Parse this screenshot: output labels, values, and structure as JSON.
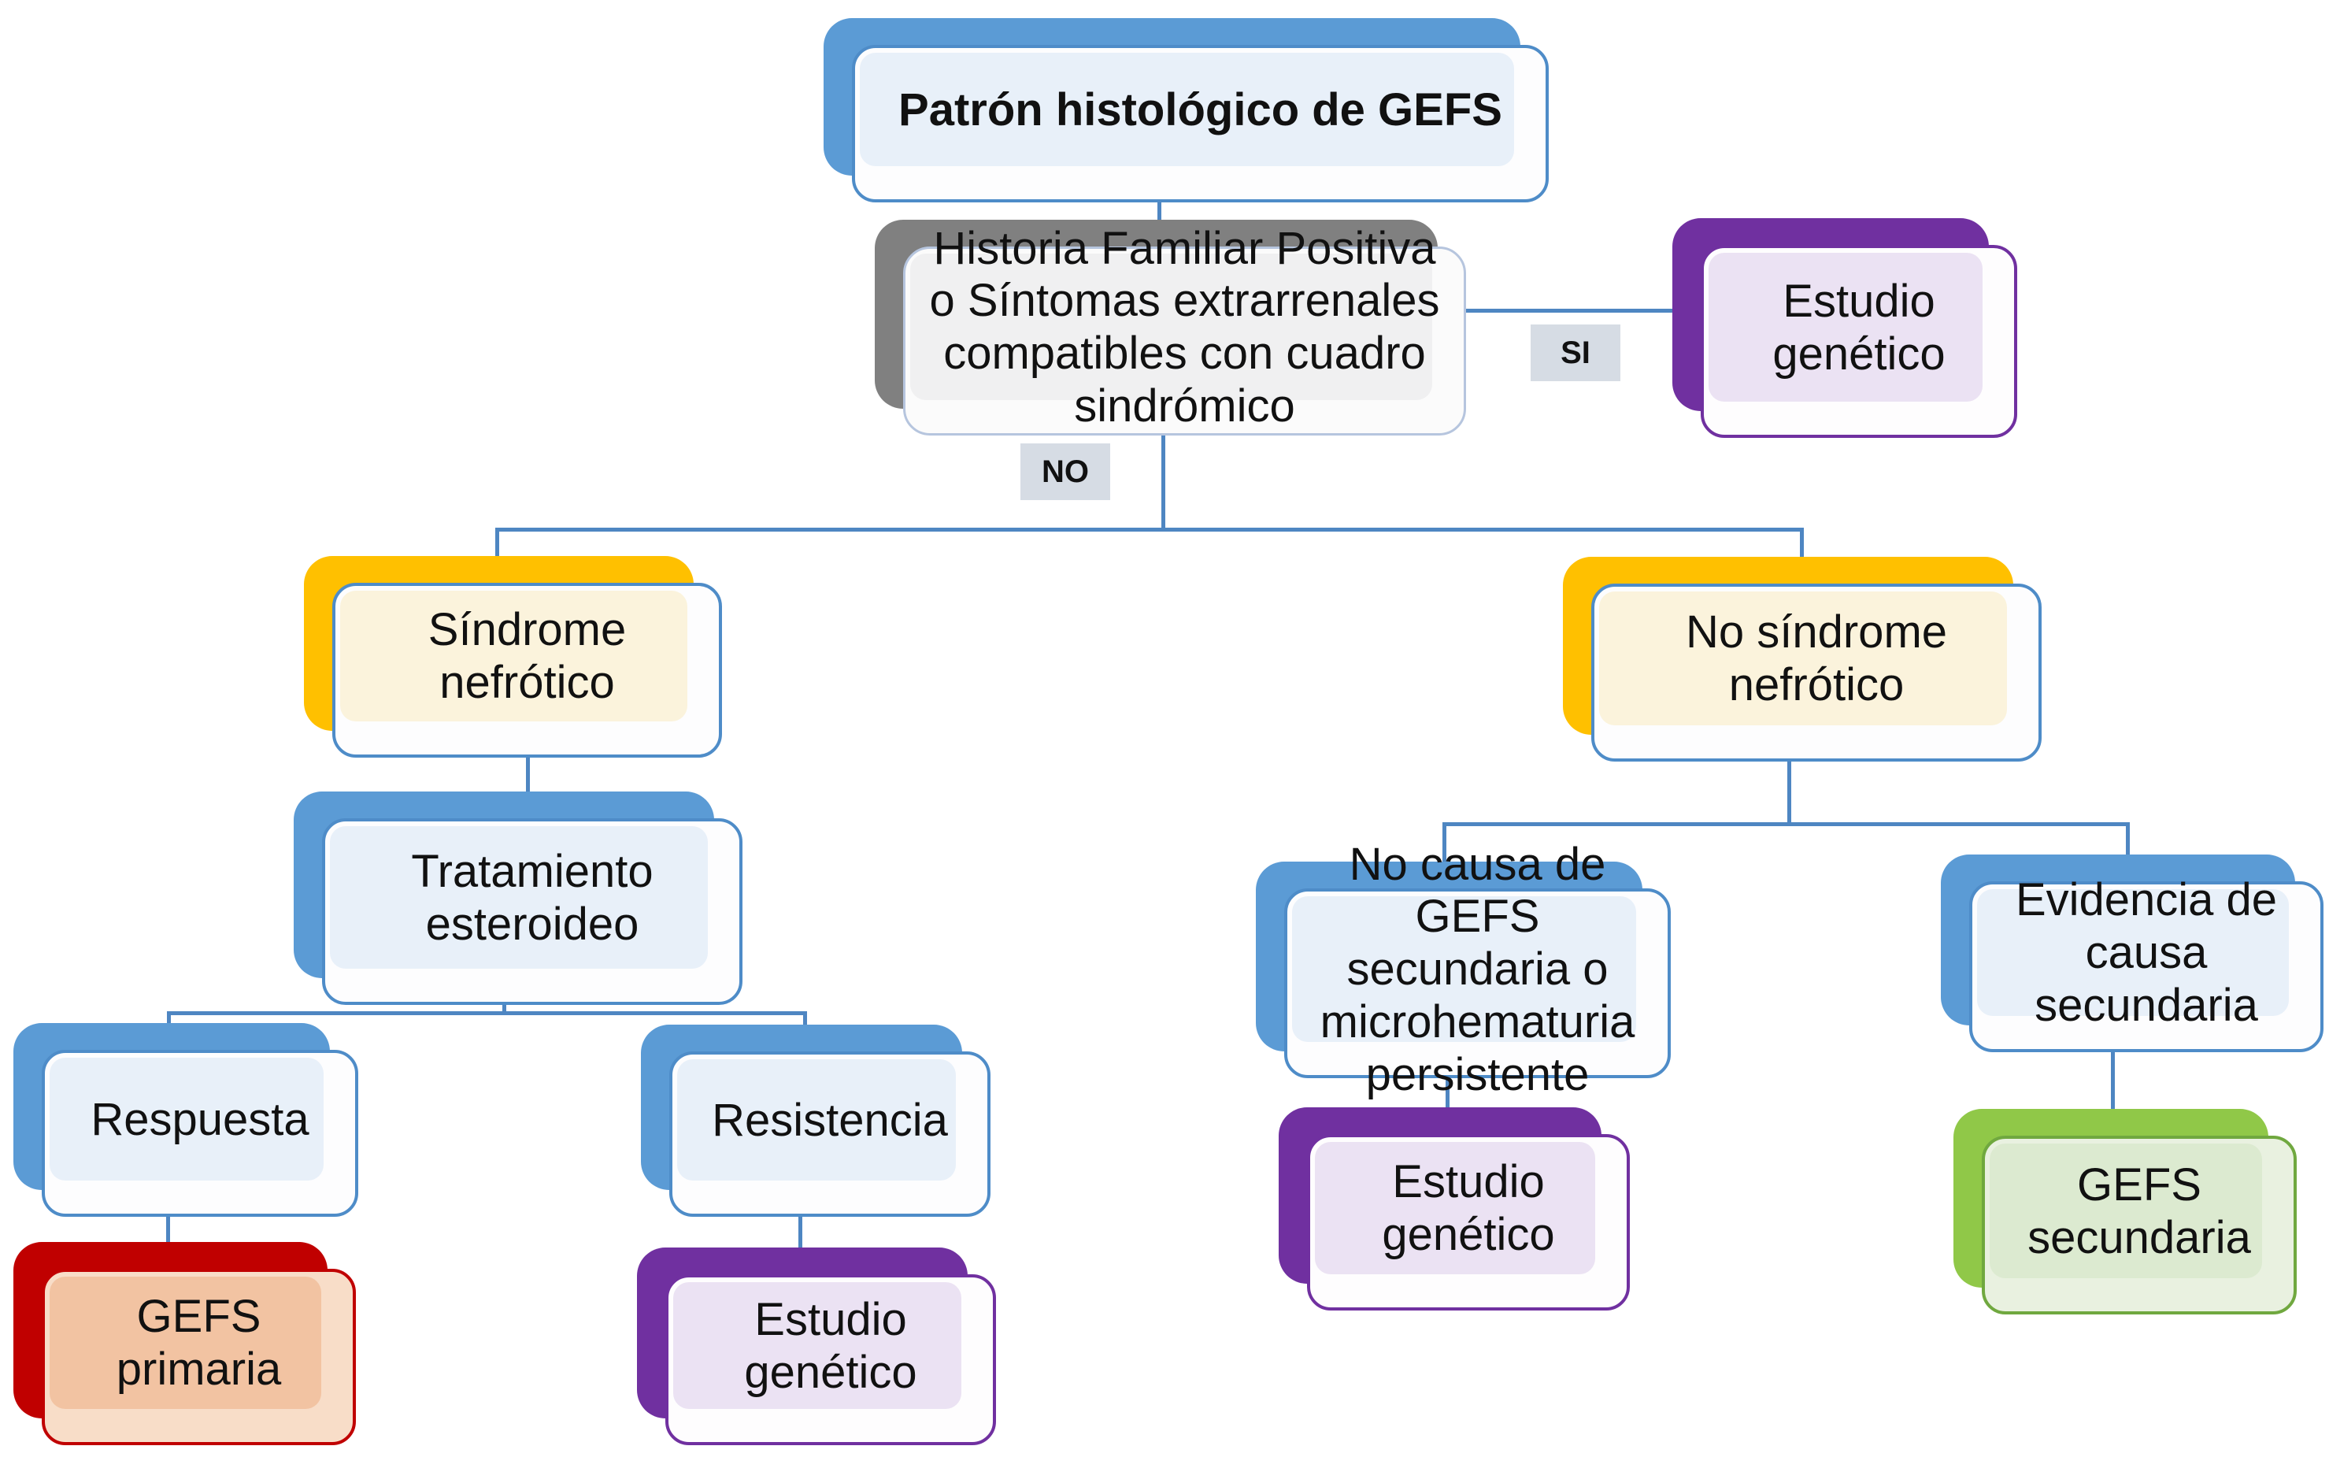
{
  "diagram": {
    "type": "flowchart",
    "title": "Patrón histológico de GEFS",
    "nodes": {
      "title": {
        "label": "Patrón histológico de GEFS",
        "theme": "blue"
      },
      "historia": {
        "label": "Historia Familiar Positiva o Síntomas extrarrenales compatibles con cuadro sindrómico",
        "theme": "gray"
      },
      "estudio_genetico_si": {
        "label": "Estudio genético",
        "theme": "purple"
      },
      "sindrome_nefrotico": {
        "label": "Síndrome nefrótico",
        "theme": "yellow"
      },
      "no_sindrome_nefrotico": {
        "label": "No síndrome nefrótico",
        "theme": "yellow"
      },
      "tratamiento_esteroideo": {
        "label": "Tratamiento esteroideo",
        "theme": "blue"
      },
      "respuesta": {
        "label": "Respuesta",
        "theme": "blue"
      },
      "resistencia": {
        "label": "Resistencia",
        "theme": "blue"
      },
      "gefs_primaria": {
        "label": "GEFS primaria",
        "theme": "red"
      },
      "estudio_genetico_resistencia": {
        "label": "Estudio genético",
        "theme": "purple"
      },
      "no_causa": {
        "label": "No causa de GEFS secundaria o microhematuria persistente",
        "theme": "blue"
      },
      "evidencia_causa_secundaria": {
        "label": "Evidencia de causa secundaria",
        "theme": "blue"
      },
      "estudio_genetico_no_causa": {
        "label": "Estudio genético",
        "theme": "purple"
      },
      "gefs_secundaria": {
        "label": "GEFS secundaria",
        "theme": "green"
      }
    },
    "edge_labels": {
      "si": "SI",
      "no": "NO"
    },
    "colors": {
      "blue_shadow": "#5b9bd5",
      "blue_border": "#4e8cc8",
      "blue_tint": "#e8f0f9",
      "gray_shadow": "#808080",
      "gray_border": "#b6c5de",
      "gray_tint": "#f0f0f1",
      "purple_shadow": "#7030a0",
      "purple_tint": "#ebe2f3",
      "yellow_shadow": "#ffc000",
      "yellow_tint": "#fbf3dc",
      "red_shadow": "#c00000",
      "red_tint": "#f2c3a2",
      "red_bg": "#f8ddc8",
      "green_shadow": "#90c848",
      "green_border": "#70a83f",
      "green_tint": "#dcead0",
      "green_bg": "#e9f1e0",
      "connector": "#4e86c2",
      "edge_label_bg": "#d6dce4",
      "text": "#111111",
      "background": "#ffffff"
    }
  }
}
